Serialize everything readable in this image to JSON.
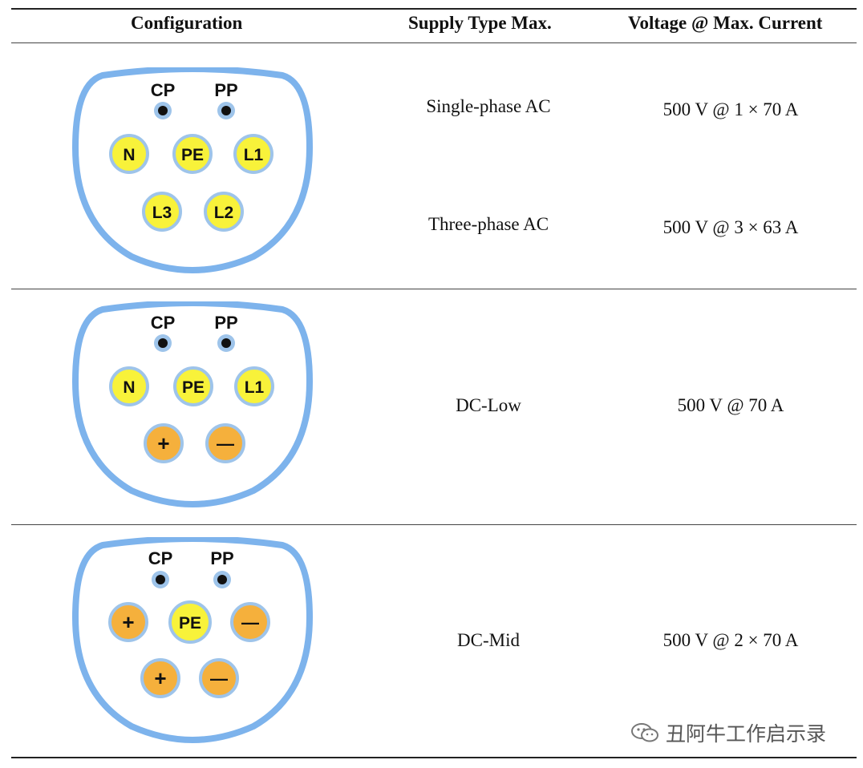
{
  "table": {
    "headers": {
      "configuration": "Configuration",
      "supply_type": "Supply Type Max.",
      "voltage": "Voltage @ Max. Current"
    },
    "rows": [
      {
        "connector_type": "AC",
        "pins": {
          "cp": "CP",
          "pp": "PP",
          "row1": [
            "N",
            "PE",
            "L1"
          ],
          "row2": [
            "L3",
            "L2"
          ]
        },
        "entries": [
          {
            "supply": "Single-phase AC",
            "voltage": "500 V @ 1 × 70 A"
          },
          {
            "supply": "Three-phase AC",
            "voltage": "500 V @ 3 × 63 A"
          }
        ]
      },
      {
        "connector_type": "DC-Low",
        "pins": {
          "cp": "CP",
          "pp": "PP",
          "row1": [
            "N",
            "PE",
            "L1"
          ],
          "row2": [
            "+",
            "—"
          ]
        },
        "entries": [
          {
            "supply": "DC-Low",
            "voltage": "500 V @ 70 A"
          }
        ]
      },
      {
        "connector_type": "DC-Mid",
        "pins": {
          "cp": "CP",
          "pp": "PP",
          "row1": [
            "+",
            "PE",
            "—"
          ],
          "row2": [
            "+",
            "—"
          ]
        },
        "entries": [
          {
            "supply": "DC-Mid",
            "voltage": "500 V @ 2 × 70 A"
          }
        ]
      }
    ]
  },
  "watermark": {
    "text": "丑阿牛工作启示录",
    "icon": "wechat-icon"
  },
  "colors": {
    "connector_outline": "#7db3ec",
    "pin_yellow": "#f8f23a",
    "pin_orange": "#f5b03c",
    "pin_ring": "#9ec4ea",
    "signal_pin": "#111111"
  }
}
